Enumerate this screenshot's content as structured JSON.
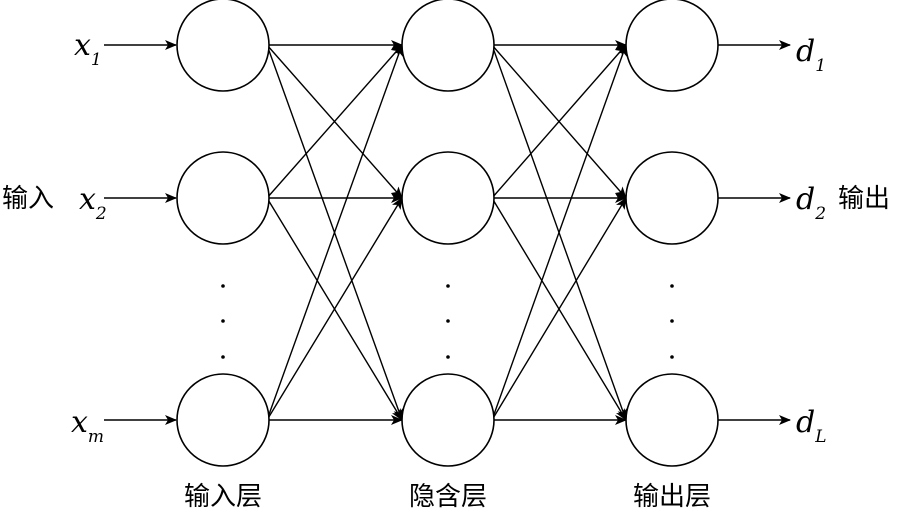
{
  "inputs": [
    {
      "base": "x",
      "sub": "1"
    },
    {
      "base": "x",
      "sub": "2"
    },
    {
      "base": "x",
      "sub": "m"
    }
  ],
  "outputs": [
    {
      "base": "d",
      "sub": "1"
    },
    {
      "base": "d",
      "sub": "2"
    },
    {
      "base": "d",
      "sub": "L"
    }
  ],
  "side_labels": {
    "input": "输入",
    "output": "输出"
  },
  "layers": [
    {
      "name": "输入层"
    },
    {
      "name": "隐含层"
    },
    {
      "name": "输出层"
    }
  ]
}
